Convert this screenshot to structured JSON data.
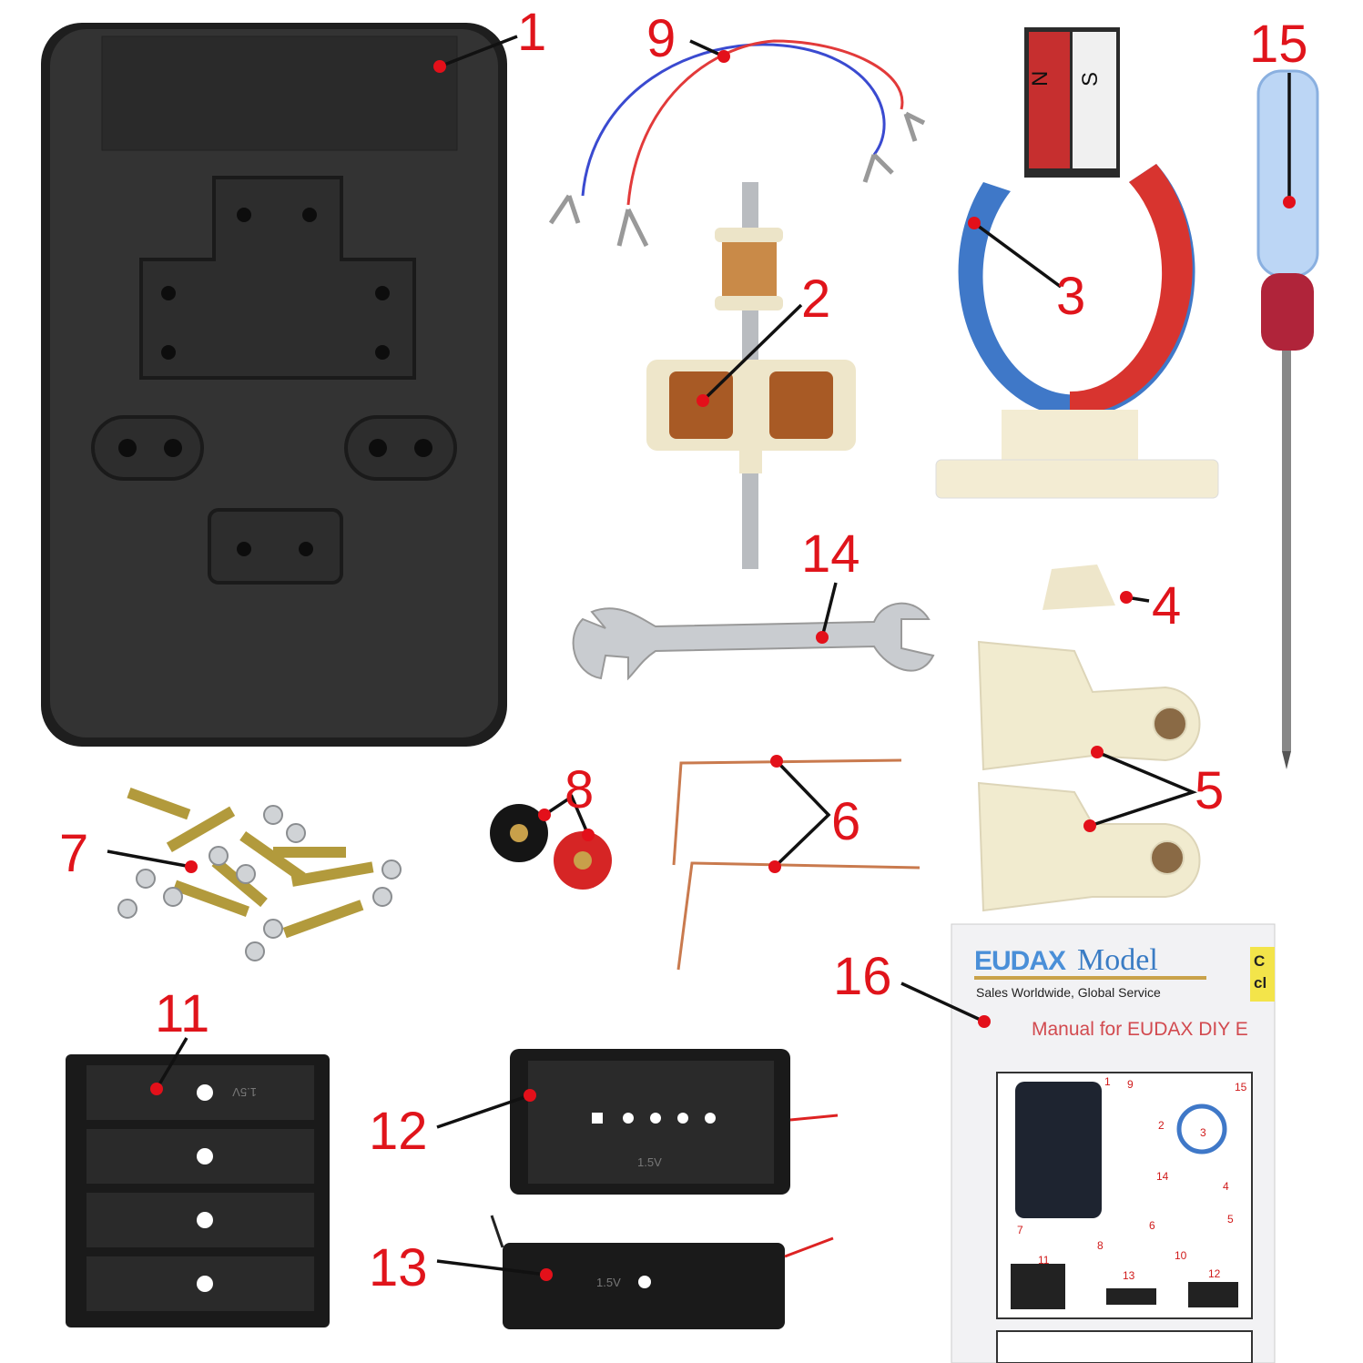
{
  "labels": [
    "1",
    "2",
    "3",
    "4",
    "5",
    "6",
    "7",
    "8",
    "9",
    "11",
    "12",
    "13",
    "14",
    "15",
    "16"
  ],
  "parts": {
    "magnet_poles": [
      "N",
      "S"
    ],
    "battery_markings": [
      "1.5V",
      "1.5V",
      "1.5V"
    ]
  },
  "manual": {
    "logo": "EUDAX",
    "brand": "Model",
    "tagline": "Sales Worldwide, Global Service",
    "title": "Manual for EUDAX DIY E",
    "badge": "C\ncl",
    "mini_labels": [
      "1",
      "9",
      "2",
      "3",
      "15",
      "14",
      "4",
      "5",
      "7",
      "6",
      "8",
      "10",
      "11",
      "13",
      "12"
    ]
  },
  "colors": {
    "label": "#e0141b",
    "base": "#2b2b2b",
    "plastic": "#f3ecd3",
    "copper": "#b8692e"
  }
}
